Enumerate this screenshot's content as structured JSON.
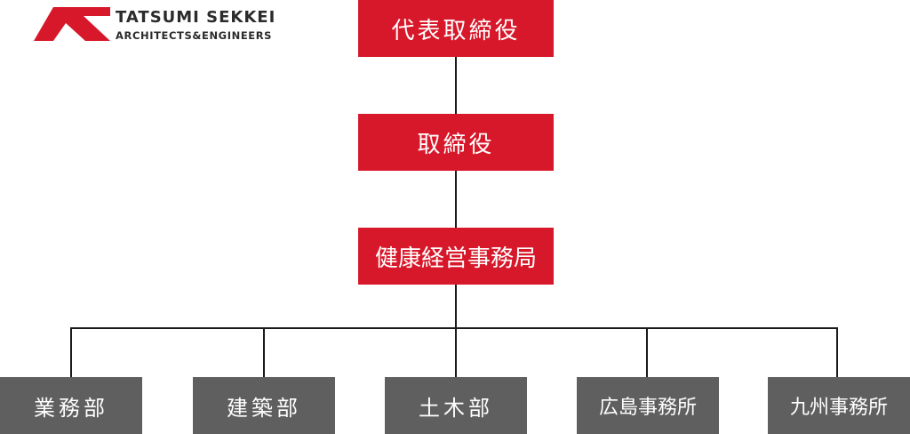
{
  "logo": {
    "name": "TATSUMI SEKKEI",
    "subtitle": "ARCHITECTS&ENGINEERS",
    "color": "#d7182a"
  },
  "diagram": {
    "colors": {
      "primary": "#d7182a",
      "secondary": "#5f5f5f",
      "line": "#1a1a1a"
    },
    "levels": [
      {
        "label": "代表取締役"
      },
      {
        "label": "取締役"
      },
      {
        "label": "健康経営事務局"
      }
    ],
    "branches": [
      {
        "label": "業務部"
      },
      {
        "label": "建築部"
      },
      {
        "label": "土木部"
      },
      {
        "label": "広島事務所"
      },
      {
        "label": "九州事務所"
      }
    ]
  }
}
